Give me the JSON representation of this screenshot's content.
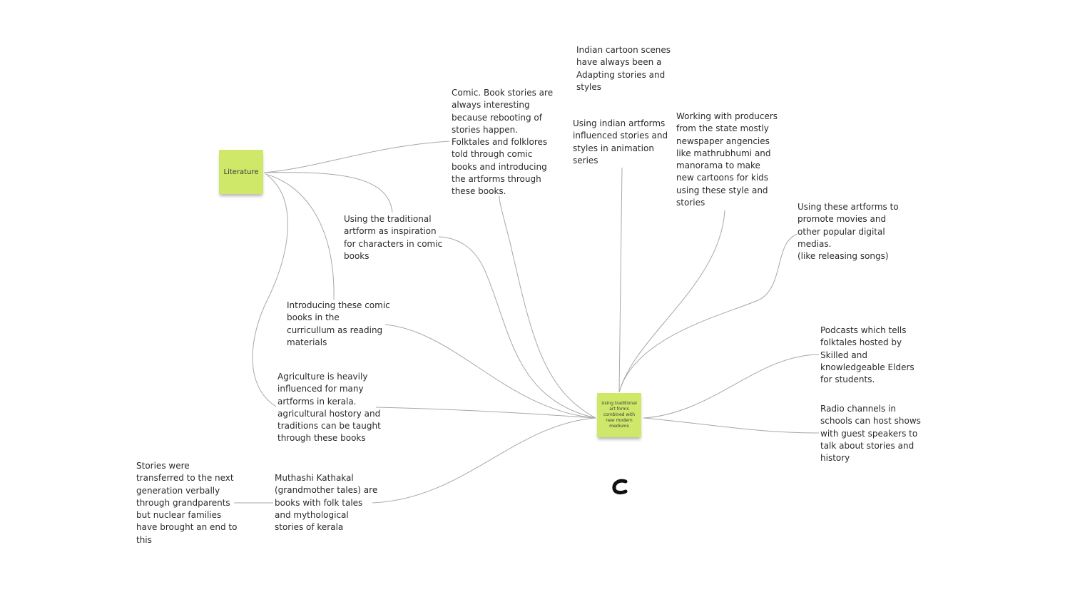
{
  "stickies": {
    "literature": "Literature",
    "center": "Using traditional art forms combined with new modern mediums"
  },
  "notes": {
    "comic_book_stories": "Comic. Book stories are\nalways interesting\nbecause rebooting of\nstories happen.\nFolktales and folklores\ntold through comic\nbooks and introducing\nthe artforms through\nthese books.",
    "cartoon_scenes": "Indian cartoon scenes\nhave always been a\nAdapting stories and\nstyles",
    "indian_artforms_animation": "Using indian artforms\ninfluenced stories and\nstyles in animation\nseries",
    "producers": "Working with producers\nfrom the state mostly\nnewspaper angencies\nlike mathrubhumi and\nmanorama to make\nnew cartoons for kids\nusing these style and\nstories",
    "promote_movies": "Using these artforms to\npromote movies and\nother popular digital\nmedias.\n(like releasing songs)",
    "traditional_inspiration": "Using the traditional\nartform as inspiration\nfor characters in comic\nbooks",
    "curriculum": "Introducing these comic\nbooks in the\ncurricullum as reading\nmaterials",
    "agriculture": "Agriculture is heavily\ninfluenced for many\nartforms in kerala.\nagricultural hostory and\ntraditions can be taught\nthrough these books",
    "podcasts": "Podcasts which tells\nfolktales hosted by\nSkilled and\nknowledgeable Elders\nfor students.",
    "radio": "Radio channels in\nschools can host shows\nwith guest speakers to\ntalk about stories and\nhistory",
    "stories_transferred": "Stories were\ntransferred to the next\ngeneration verbally\nthrough grandparents\nbut nuclear families\nhave brought an end to\nthis",
    "muthashi": "Muthashi Kathakal\n(grandmother tales) are\nbooks with folk tales\nand mythological\nstories of kerala"
  },
  "colors": {
    "sticky": "#cfe86a",
    "connector": "#a8a8a8",
    "text": "#2a2a2a"
  }
}
